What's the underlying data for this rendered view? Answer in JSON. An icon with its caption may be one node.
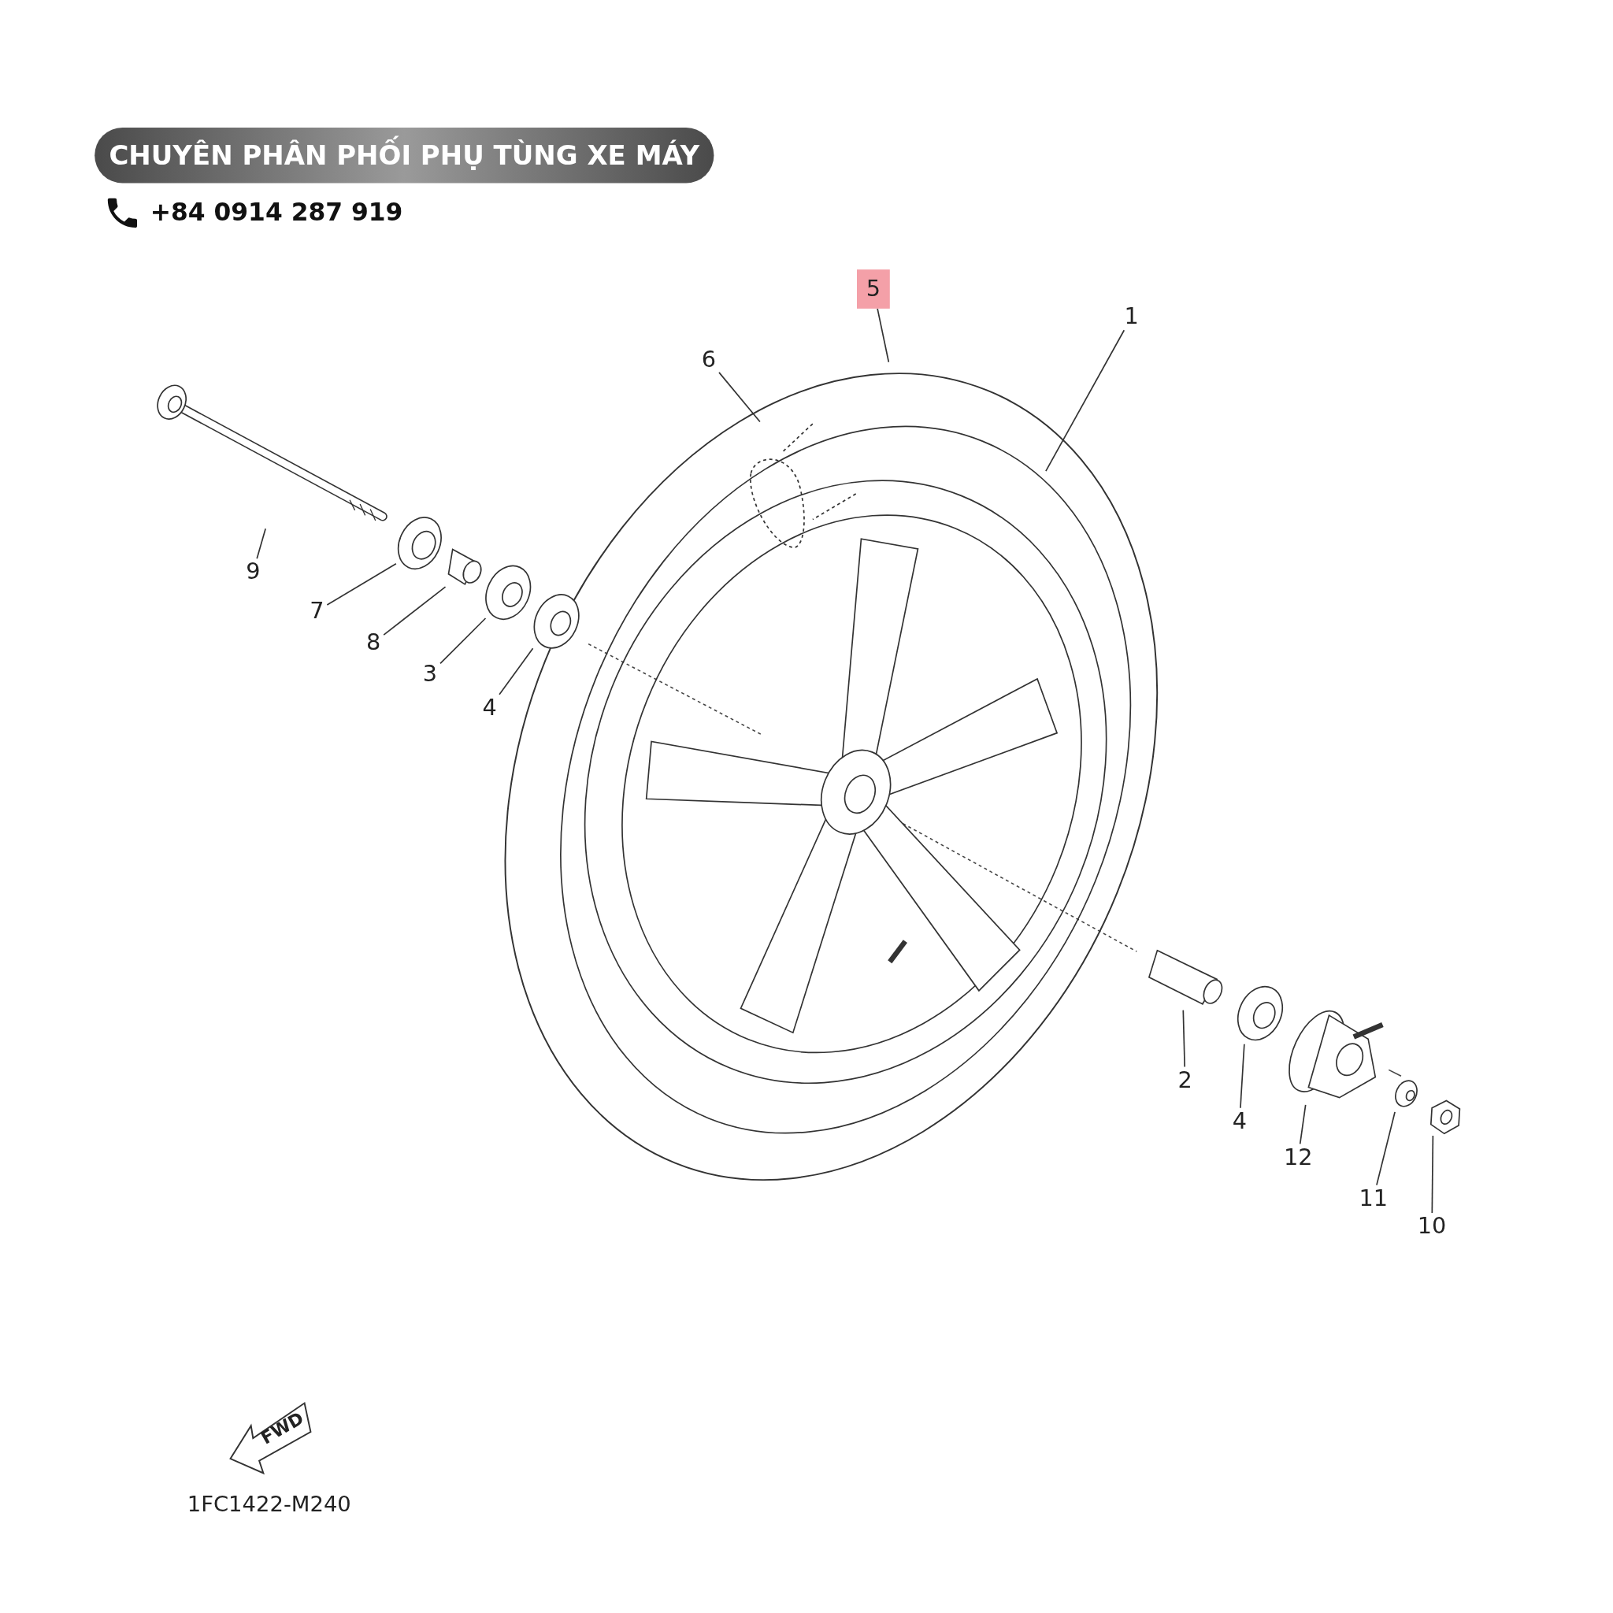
{
  "diagram": {
    "nodes": [
      {
        "text": [
          "5"
        ]
      },
      {
        "text": [
          "6"
        ]
      },
      {
        "text": [
          "1"
        ]
      },
      {
        "text": [
          "9"
        ]
      },
      {
        "text": [
          "7"
        ]
      },
      {
        "text": [
          "8"
        ]
      },
      {
        "text": [
          "3"
        ]
      },
      {
        "text": [
          "4"
        ]
      },
      {
        "text": [
          "2"
        ]
      },
      {
        "text": [
          "4"
        ]
      },
      {
        "text": [
          "12"
        ]
      },
      {
        "text": [
          "11"
        ]
      },
      {
        "text": [
          "10"
        ]
      },
      {
        "text": [],
        "shape": "picture"
      },
      {
        "text": [],
        "shape": "picture",
        "in": 13
      },
      {
        "text": [],
        "shape": "picture",
        "in": 13
      },
      {
        "text": [],
        "shape": "picture"
      },
      {
        "text": [],
        "shape": "picture"
      },
      {
        "text": [],
        "shape": "picture"
      },
      {
        "text": [],
        "shape": "picture"
      },
      {
        "text": [],
        "shape": "picture"
      },
      {
        "text": [],
        "shape": "picture"
      },
      {
        "text": [],
        "shape": "picture"
      },
      {
        "text": [],
        "shape": "picture"
      },
      {
        "text": [],
        "shape": "picture"
      },
      {
        "text": [],
        "shape": "picture"
      }
    ],
    "edges": [
      {
        "from": 0,
        "to": 13,
        "arrow": "none"
      },
      {
        "from": 1,
        "to": 14,
        "arrow": "none"
      },
      {
        "from": 2,
        "to": 15,
        "arrow": "none"
      },
      {
        "from": 3,
        "to": 16,
        "arrow": "none"
      },
      {
        "from": 4,
        "to": 17,
        "arrow": "none"
      },
      {
        "from": 5,
        "to": 18,
        "arrow": "none"
      },
      {
        "from": 6,
        "to": 19,
        "arrow": "none"
      },
      {
        "from": 7,
        "to": 20,
        "arrow": "none"
      },
      {
        "from": 8,
        "to": 21,
        "arrow": "none"
      },
      {
        "from": 9,
        "to": 22,
        "arrow": "none"
      },
      {
        "from": 10,
        "to": 23,
        "arrow": "none"
      },
      {
        "from": 11,
        "to": 24,
        "arrow": "none"
      },
      {
        "from": 12,
        "to": 25,
        "arrow": "none"
      }
    ],
    "labels": [
      "CHUYÊN PHÂN PHỐI PHỤ TÙNG XE MÁY",
      "+84 0914 287 919",
      "FWD",
      "1FC1422-M240"
    ]
  }
}
